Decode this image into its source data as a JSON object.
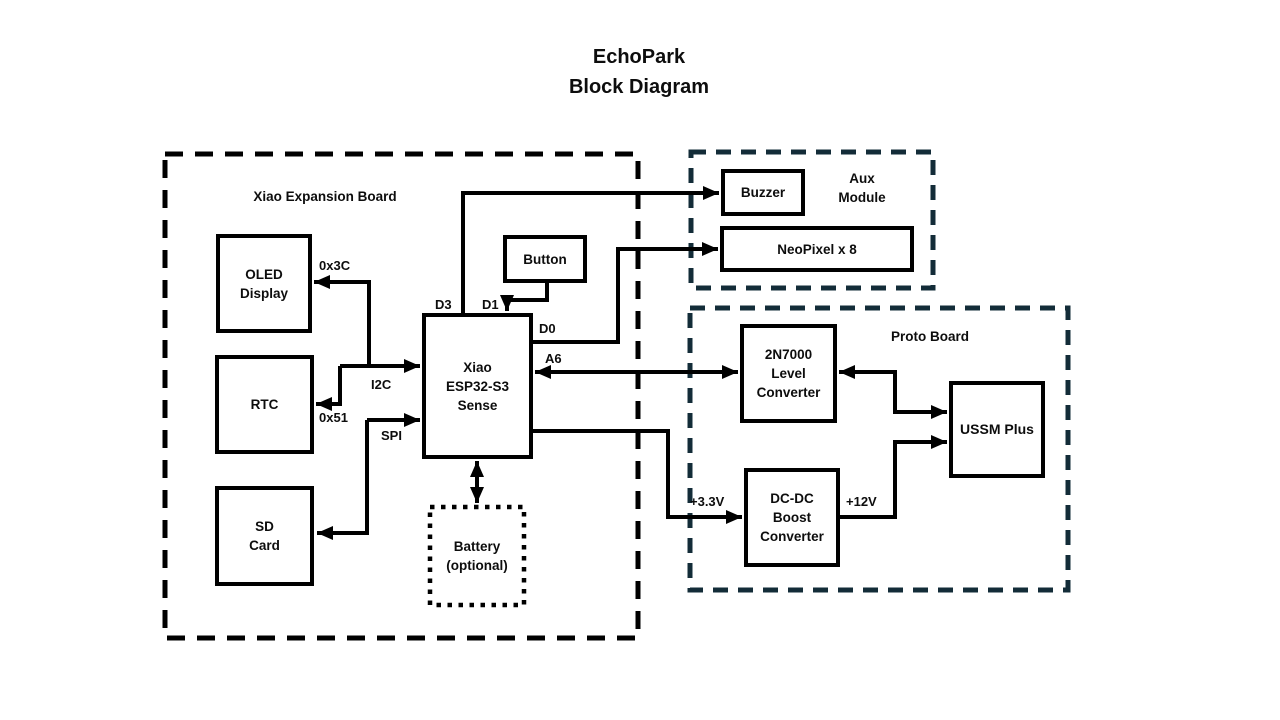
{
  "title": "EchoPark\nBlock Diagram",
  "colors": {
    "wire": "#000000",
    "module_border": "#132c38",
    "background": "#ffffff"
  },
  "groups": {
    "expansion_board": {
      "label": "Xiao Expansion Board"
    },
    "aux_module": {
      "label": "Aux\nModule"
    },
    "proto_board": {
      "label": "Proto Board"
    }
  },
  "blocks": {
    "oled": {
      "label": "OLED\nDisplay"
    },
    "rtc": {
      "label": "RTC"
    },
    "sd_card": {
      "label": "SD\nCard"
    },
    "esp32": {
      "label": "Xiao\nESP32-S3\nSense"
    },
    "button": {
      "label": "Button"
    },
    "battery": {
      "label": "Battery\n(optional)"
    },
    "buzzer": {
      "label": "Buzzer"
    },
    "neopixel": {
      "label": "NeoPixel x 8"
    },
    "level_converter": {
      "label": "2N7000\nLevel\nConverter"
    },
    "ussm": {
      "label": "USSM Plus"
    },
    "boost_converter": {
      "label": "DC-DC\nBoost\nConverter"
    }
  },
  "wire_labels": {
    "oled_addr": "0x3C",
    "i2c": "I2C",
    "rtc_addr": "0x51",
    "spi": "SPI",
    "d3": "D3",
    "d1": "D1",
    "d0": "D0",
    "a6": "A6",
    "v33": "+3.3V",
    "v12": "+12V"
  }
}
